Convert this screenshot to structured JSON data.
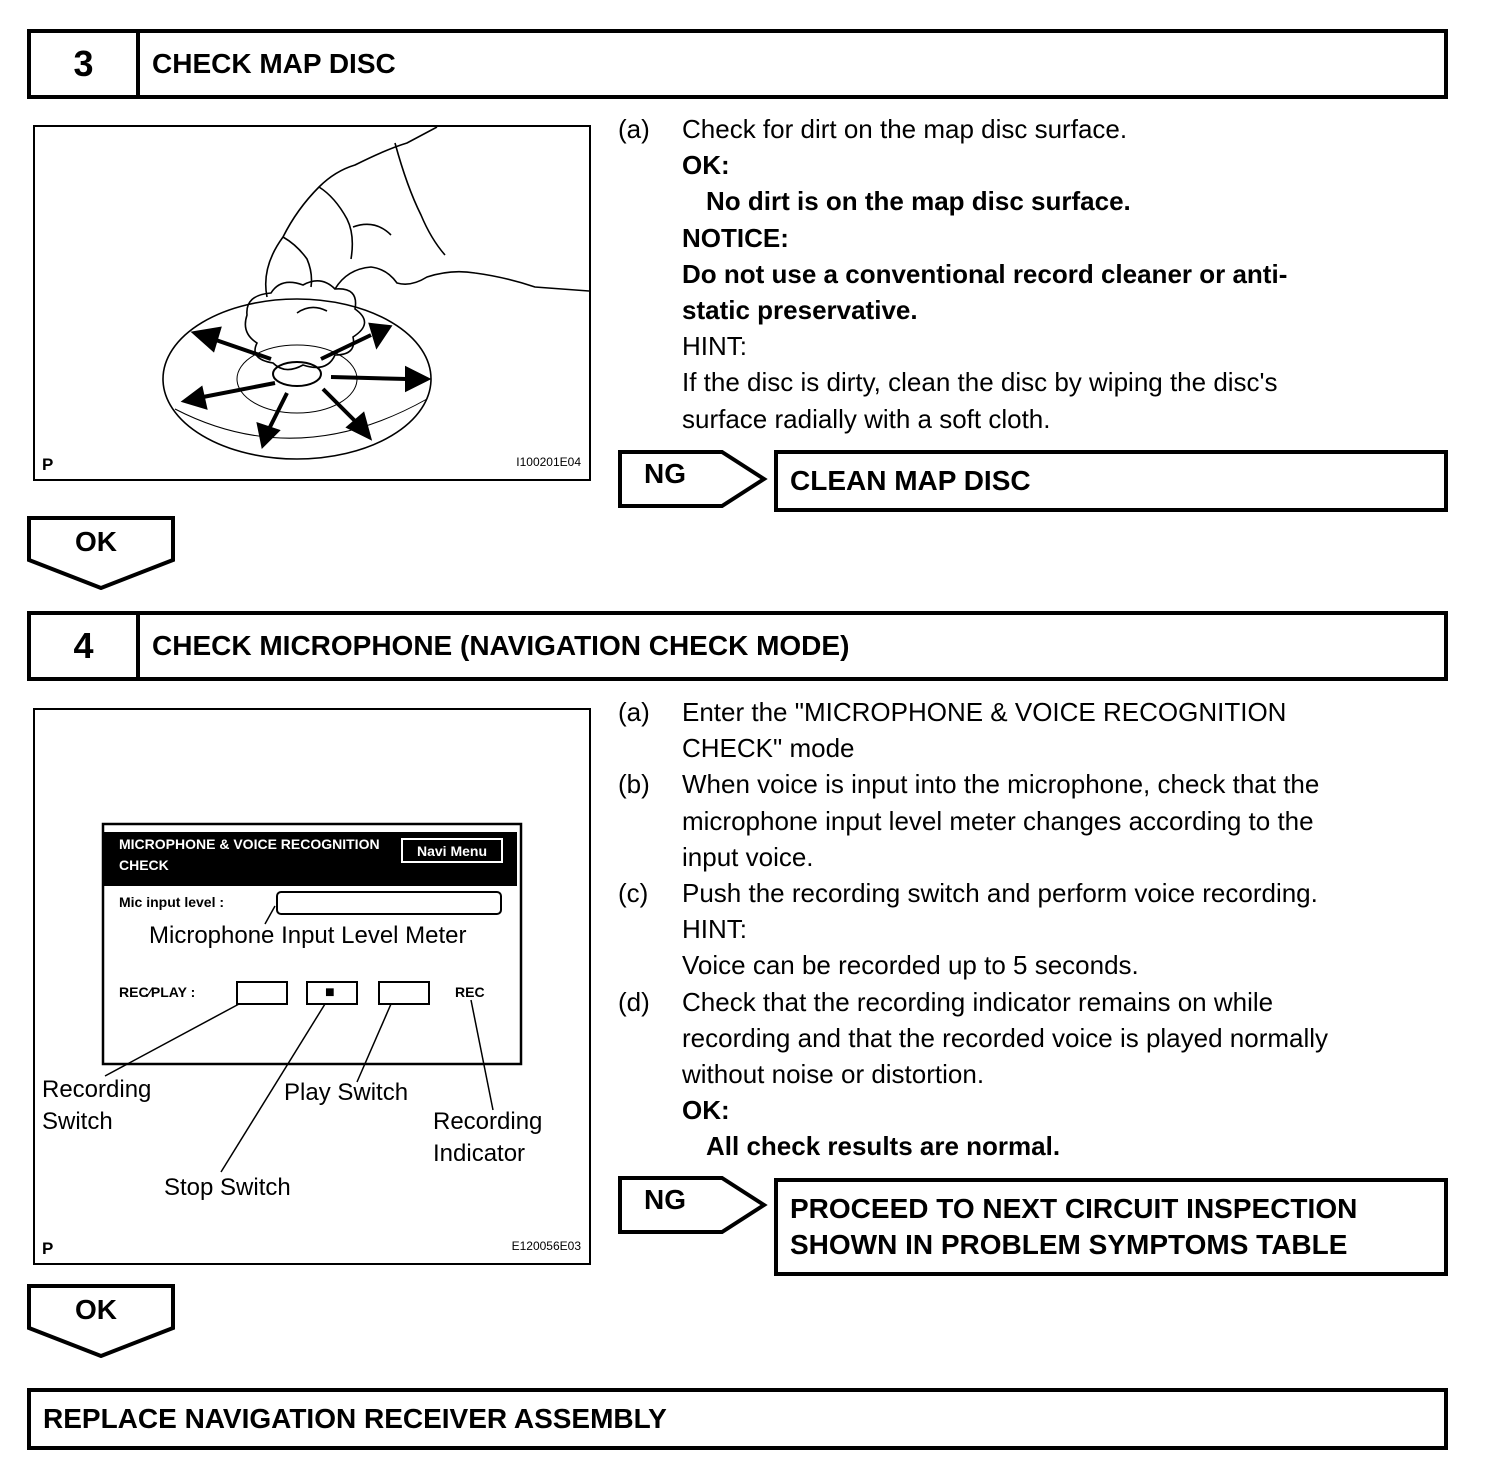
{
  "step3": {
    "number": "3",
    "title": "CHECK MAP DISC",
    "figure": {
      "corner_label": "P",
      "code": "I100201E04"
    },
    "instructions": {
      "a_mark": "(a)",
      "a_text": "Check for dirt on the map disc surface.",
      "ok_label": "OK:",
      "ok_text": "No dirt is on the map disc surface.",
      "notice_label": "NOTICE:",
      "notice_line1": "Do not use a conventional record cleaner or anti-",
      "notice_line2": "static preservative.",
      "hint_label": "HINT:",
      "hint_line1": "If the disc is dirty, clean the disc by wiping the disc's",
      "hint_line2": "surface radially with a soft cloth."
    },
    "ng_label": "NG",
    "ng_action": "CLEAN MAP DISC",
    "ok_flow_label": "OK"
  },
  "step4": {
    "number": "4",
    "title": "CHECK MICROPHONE (NAVIGATION CHECK MODE)",
    "figure": {
      "corner_label": "P",
      "code": "E120056E03",
      "screen_title_line1": "MICROPHONE & VOICE RECOGNITION",
      "screen_title_line2": "CHECK",
      "navi_button": "Navi Menu",
      "mic_input_label": "Mic input level :",
      "rec_play_label": "REC∕PLAY :",
      "stop_glyph": "■",
      "rec_indicator": "REC",
      "callout_meter": "Microphone Input Level Meter",
      "callout_recording_switch_1": "Recording",
      "callout_recording_switch_2": "Switch",
      "callout_play_switch": "Play Switch",
      "callout_recording_indicator_1": "Recording",
      "callout_recording_indicator_2": "Indicator",
      "callout_stop_switch": "Stop Switch"
    },
    "instructions": {
      "a_mark": "(a)",
      "a_line1": "Enter the \"MICROPHONE & VOICE RECOGNITION",
      "a_line2": "CHECK\" mode",
      "b_mark": "(b)",
      "b_line1": "When voice is input into the microphone, check that the",
      "b_line2": "microphone input level meter changes according to the",
      "b_line3": "input voice.",
      "c_mark": "(c)",
      "c_line1": "Push the recording switch and perform voice recording.",
      "hint_label": "HINT:",
      "hint_text": "Voice can be recorded up to 5 seconds.",
      "d_mark": "(d)",
      "d_line1": "Check that the recording indicator remains on while",
      "d_line2": "recording and that the recorded voice is played normally",
      "d_line3": "without noise or distortion.",
      "ok_label": "OK:",
      "ok_text": "All check results are normal."
    },
    "ng_label": "NG",
    "ng_action_line1": "PROCEED TO NEXT CIRCUIT INSPECTION",
    "ng_action_line2": "SHOWN IN PROBLEM SYMPTOMS TABLE",
    "ok_flow_label": "OK"
  },
  "final_action": "REPLACE NAVIGATION RECEIVER ASSEMBLY"
}
